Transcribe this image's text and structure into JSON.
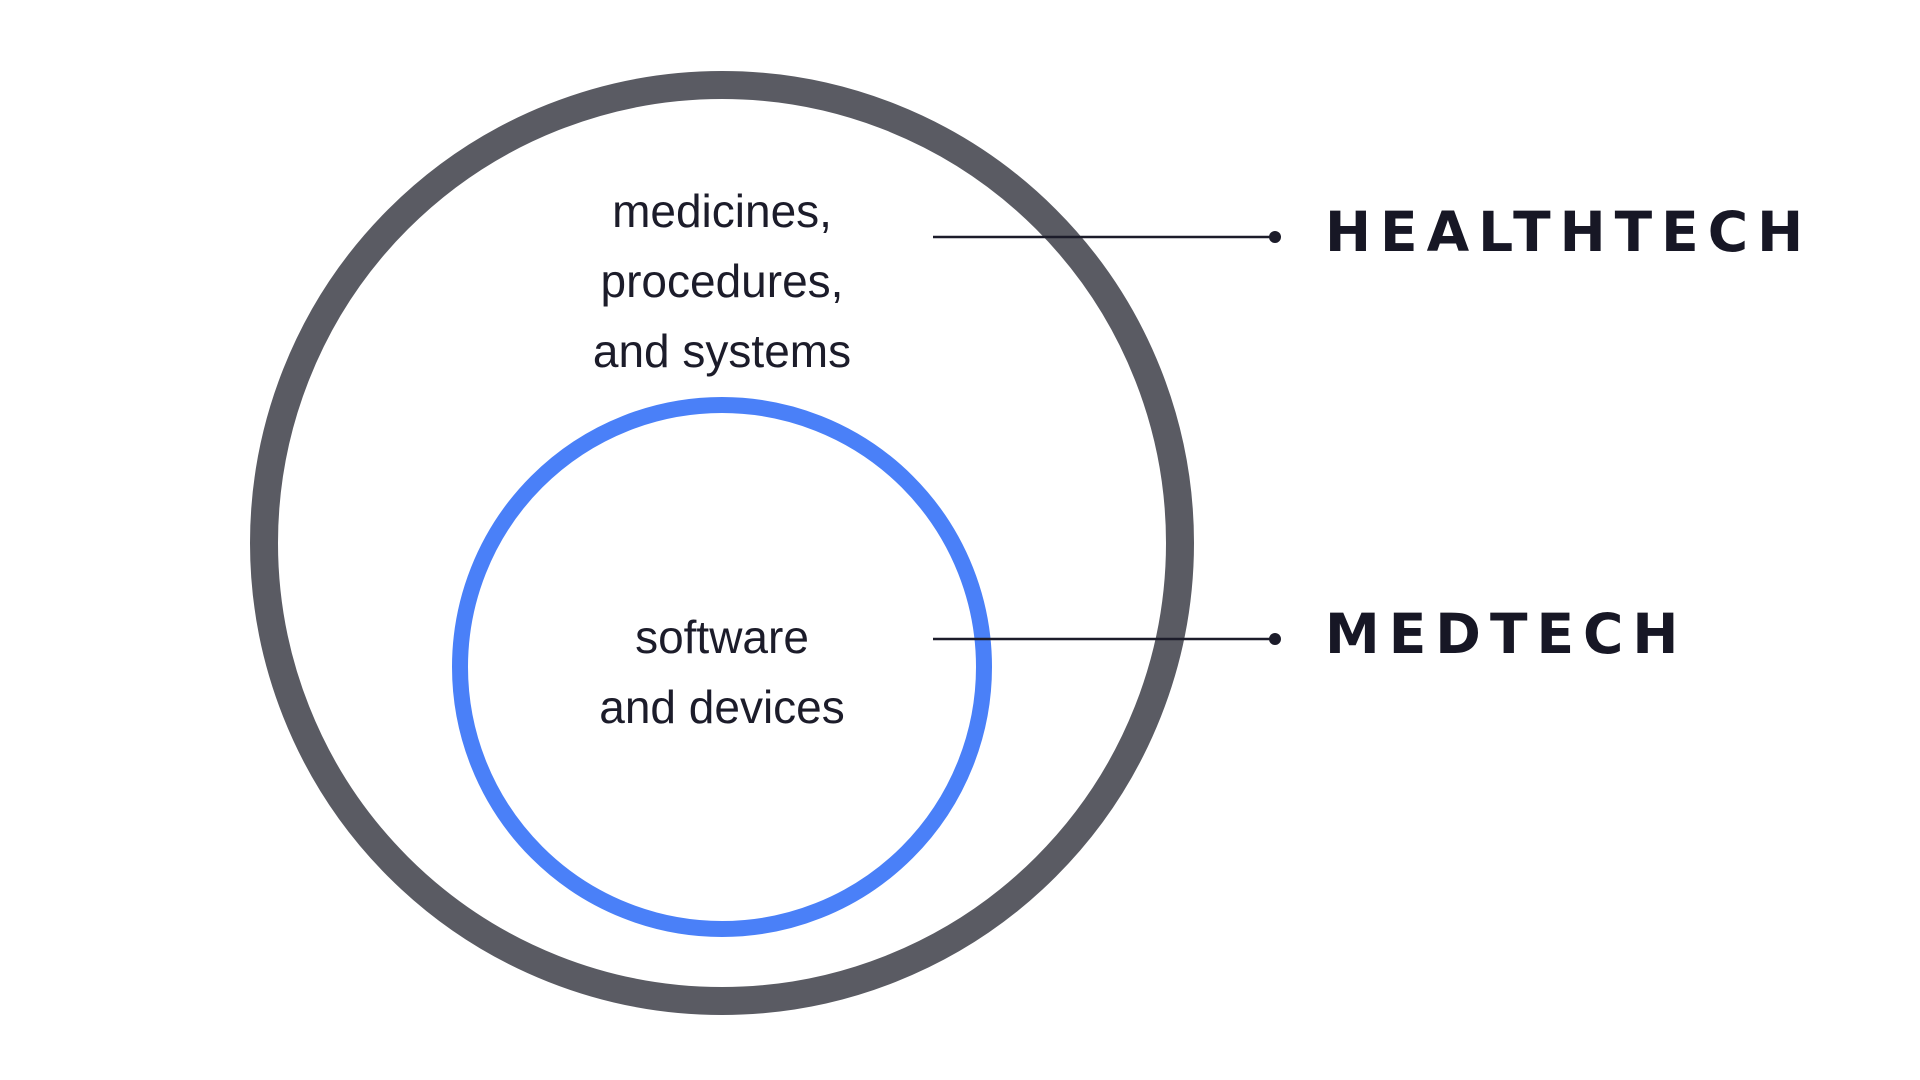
{
  "diagram": {
    "outer_set": {
      "label": "HEALTHTECH",
      "description_lines": [
        "medicines,",
        "procedures,",
        "and systems"
      ],
      "stroke_color": "#5a5b63"
    },
    "inner_set": {
      "label": "MEDTECH",
      "description_lines": [
        "software",
        "and devices"
      ],
      "stroke_color": "#4a80f8"
    },
    "connector_color": "#1c1c2a"
  }
}
